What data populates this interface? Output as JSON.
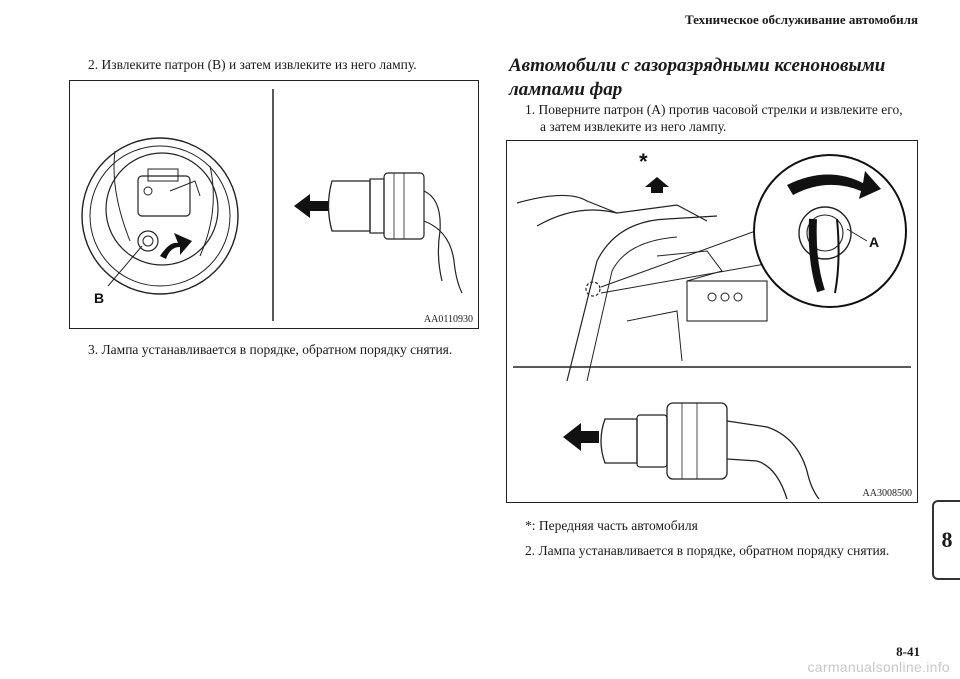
{
  "header": {
    "title": "Техническое обслуживание автомобиля"
  },
  "left": {
    "step2": "2.  Извлеките патрон (В) и затем извлеките из него лампу.",
    "figure": {
      "code": "AA0110930",
      "label_b": "B"
    },
    "step3": "3.  Лампа устанавливается в порядке, обратном порядку снятия."
  },
  "right": {
    "section_title_line1": "Автомобили с газоразрядными ксеноновыми",
    "section_title_line2": "лампами фар",
    "step1_line1": "1.  Поверните патрон (А) против часовой стрелки и извлеките его,",
    "step1_line2": "а затем извлеките из него лампу.",
    "figure": {
      "code": "AA3008500",
      "label_a": "A",
      "asterisk": "*"
    },
    "note": "*:  Передняя часть автомобиля",
    "step2": "2.  Лампа устанавливается в порядке, обратном порядку снятия."
  },
  "chapter_tab": "8",
  "page_number": "8-41",
  "watermark": "carmanualsonline.info"
}
